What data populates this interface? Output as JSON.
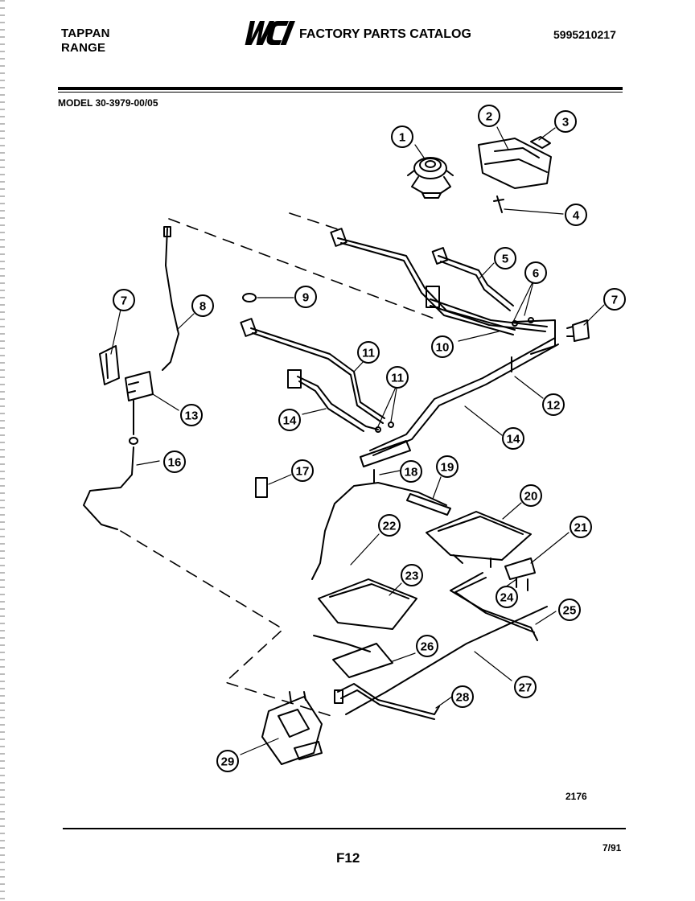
{
  "header": {
    "brand_line1": "TAPPAN",
    "brand_line2": "RANGE",
    "logo_text": "WCI",
    "catalog_title": "FACTORY PARTS CATALOG",
    "catalog_number": "5995210217"
  },
  "model_label": "MODEL 30-3979-00/05",
  "callouts": [
    "1",
    "2",
    "3",
    "4",
    "5",
    "6",
    "7",
    "7",
    "8",
    "9",
    "10",
    "11",
    "11",
    "12",
    "13",
    "14",
    "14",
    "16",
    "17",
    "18",
    "19",
    "20",
    "21",
    "22",
    "23",
    "24",
    "25",
    "26",
    "27",
    "28",
    "29"
  ],
  "footer": {
    "drawing_number": "2176",
    "page_code": "F12",
    "revision_date": "7/91"
  },
  "colors": {
    "ink": "#000000",
    "paper": "#ffffff"
  }
}
